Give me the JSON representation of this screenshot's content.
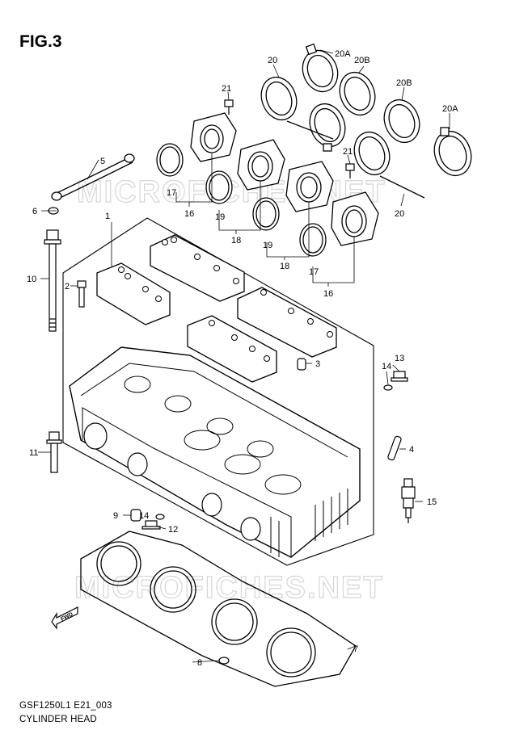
{
  "figure": {
    "title": "FIG.3"
  },
  "footer": {
    "model_code": "GSF1250L1 E21_003",
    "section_name": "CYLINDER HEAD"
  },
  "watermarks": [
    "MICROFICHES.NET",
    "MICROFICHES.NET"
  ],
  "direction_label": "FWD",
  "callouts": {
    "c1": "1",
    "c2": "2",
    "c3": "3",
    "c4": "4",
    "c5": "5",
    "c6": "6",
    "c7": "7",
    "c8": "8",
    "c9": "9",
    "c10": "10",
    "c11": "11",
    "c12": "12",
    "c13": "13",
    "c14a": "14",
    "c14b": "14",
    "c15": "15",
    "c16a": "16",
    "c16b": "16",
    "c17a": "17",
    "c17b": "17",
    "c18a": "18",
    "c18b": "18",
    "c19a": "19",
    "c19b": "19",
    "c20a": "20",
    "c20b": "20",
    "c20A1": "20A",
    "c20A2": "20A",
    "c20B1": "20B",
    "c20B2": "20B",
    "c21a": "21",
    "c21b": "21"
  }
}
